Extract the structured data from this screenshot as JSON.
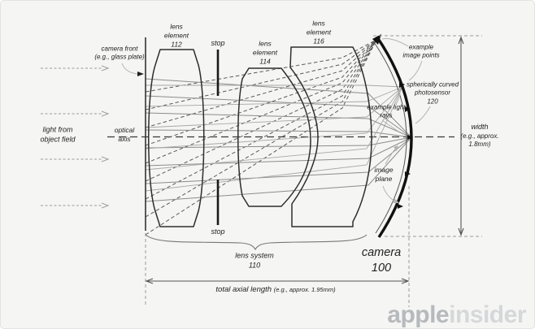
{
  "figure": {
    "type": "patent-optics-diagram",
    "labels": {
      "light_source": [
        "light from",
        "object field"
      ],
      "camera_front": [
        "camera front",
        "(e.g., glass plate)"
      ],
      "optical_axis": [
        "optical",
        "axis"
      ],
      "lens_element_112": [
        "lens",
        "element",
        "112"
      ],
      "stop_top": "stop",
      "stop_bottom": "stop",
      "lens_element_114": [
        "lens",
        "element",
        "114"
      ],
      "lens_element_116": [
        "lens",
        "element",
        "116"
      ],
      "example_image_points": [
        "example",
        "image points"
      ],
      "photosensor": [
        "spherically curved",
        "photosensor",
        "120"
      ],
      "example_light_rays": [
        "example light",
        "rays"
      ],
      "image_plane": [
        "image",
        "plane"
      ],
      "width_dimension": [
        "width",
        "(e.g., approx.",
        "1.8mm)"
      ],
      "lens_system": [
        "lens system",
        "110"
      ],
      "camera": [
        "camera",
        "100"
      ],
      "total_axial_length": "total axial length",
      "total_axial_length_note": "(e.g., approx. 1.95mm)"
    },
    "watermark": {
      "first": "apple",
      "second": "insider"
    },
    "colors": {
      "background": "#f5f5f4",
      "lens_outline": "#2e2e2e",
      "sensor_arc": "#111111",
      "solid_ray": "#8c8c8c",
      "solid_ray_light": "#a8a8a8",
      "dashed_ray": "#5a5a5a",
      "callout": "#b3b3b3",
      "dimension": "#555555",
      "watermark_apple": "#b7babd",
      "watermark_insider": "#d5d7d9"
    }
  }
}
